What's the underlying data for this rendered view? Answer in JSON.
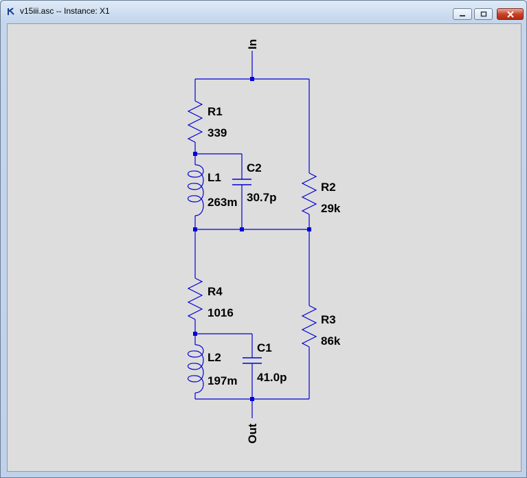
{
  "window": {
    "title": "v15iii.asc -- Instance: X1",
    "icon": "ltspice-app-icon",
    "controls": [
      "minimize",
      "maximize",
      "close"
    ]
  },
  "colors": {
    "wire": "#0000d8",
    "junction": "#0000d8",
    "canvas_bg": "#dddddd",
    "label": "#000000"
  },
  "schematic": {
    "port_in": "In",
    "port_out": "Out",
    "components": {
      "R1": {
        "name": "R1",
        "value": "339"
      },
      "R2": {
        "name": "R2",
        "value": "29k"
      },
      "R3": {
        "name": "R3",
        "value": "86k"
      },
      "R4": {
        "name": "R4",
        "value": "1016"
      },
      "L1": {
        "name": "L1",
        "value": "263m"
      },
      "L2": {
        "name": "L2",
        "value": "197m"
      },
      "C1": {
        "name": "C1",
        "value": "41.0p"
      },
      "C2": {
        "name": "C2",
        "value": "30.7p"
      }
    }
  }
}
